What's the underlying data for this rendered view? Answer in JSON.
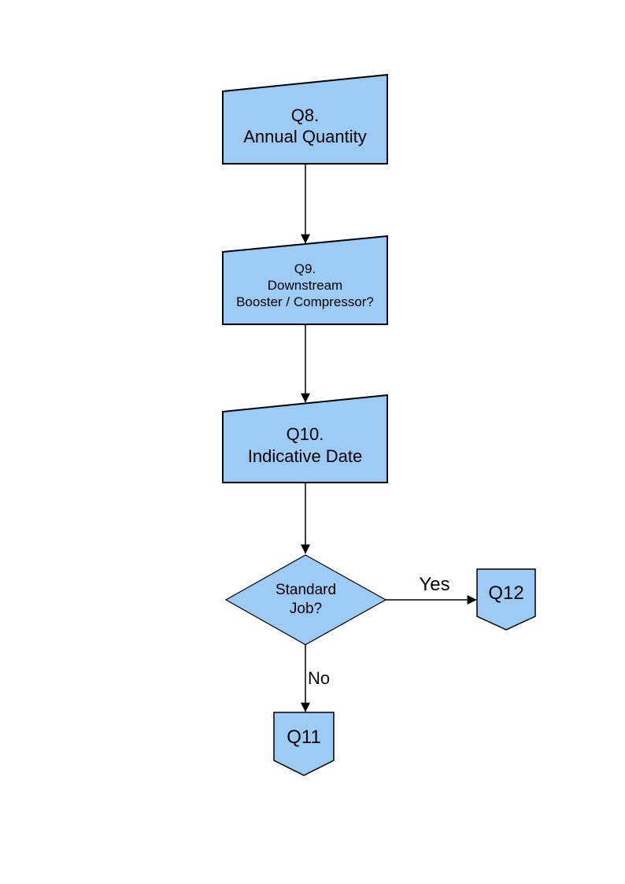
{
  "diagram": {
    "type": "flowchart",
    "colors": {
      "node_fill": "#9DCBF5",
      "node_stroke": "#000000",
      "edge_color": "#000000",
      "background": "#ffffff",
      "text_color": "#000000"
    },
    "nodes": {
      "q8": {
        "type": "manual-input",
        "label": "Q8.\nAnnual Quantity"
      },
      "q9": {
        "type": "manual-input",
        "label": "Q9.\nDownstream\nBooster / Compressor?"
      },
      "q10": {
        "type": "manual-input",
        "label": "Q10.\nIndicative Date"
      },
      "decision": {
        "type": "decision-diamond",
        "label": "Standard\nJob?"
      },
      "q12": {
        "type": "off-page-connector",
        "label": "Q12"
      },
      "q11": {
        "type": "off-page-connector",
        "label": "Q11"
      }
    },
    "edges": {
      "q8_to_q9": {
        "from": "q8",
        "to": "q9",
        "label": ""
      },
      "q9_to_q10": {
        "from": "q9",
        "to": "q10",
        "label": ""
      },
      "q10_to_decision": {
        "from": "q10",
        "to": "decision",
        "label": ""
      },
      "decision_yes": {
        "from": "decision",
        "to": "q12",
        "label": "Yes"
      },
      "decision_no": {
        "from": "decision",
        "to": "q11",
        "label": "No"
      }
    }
  }
}
